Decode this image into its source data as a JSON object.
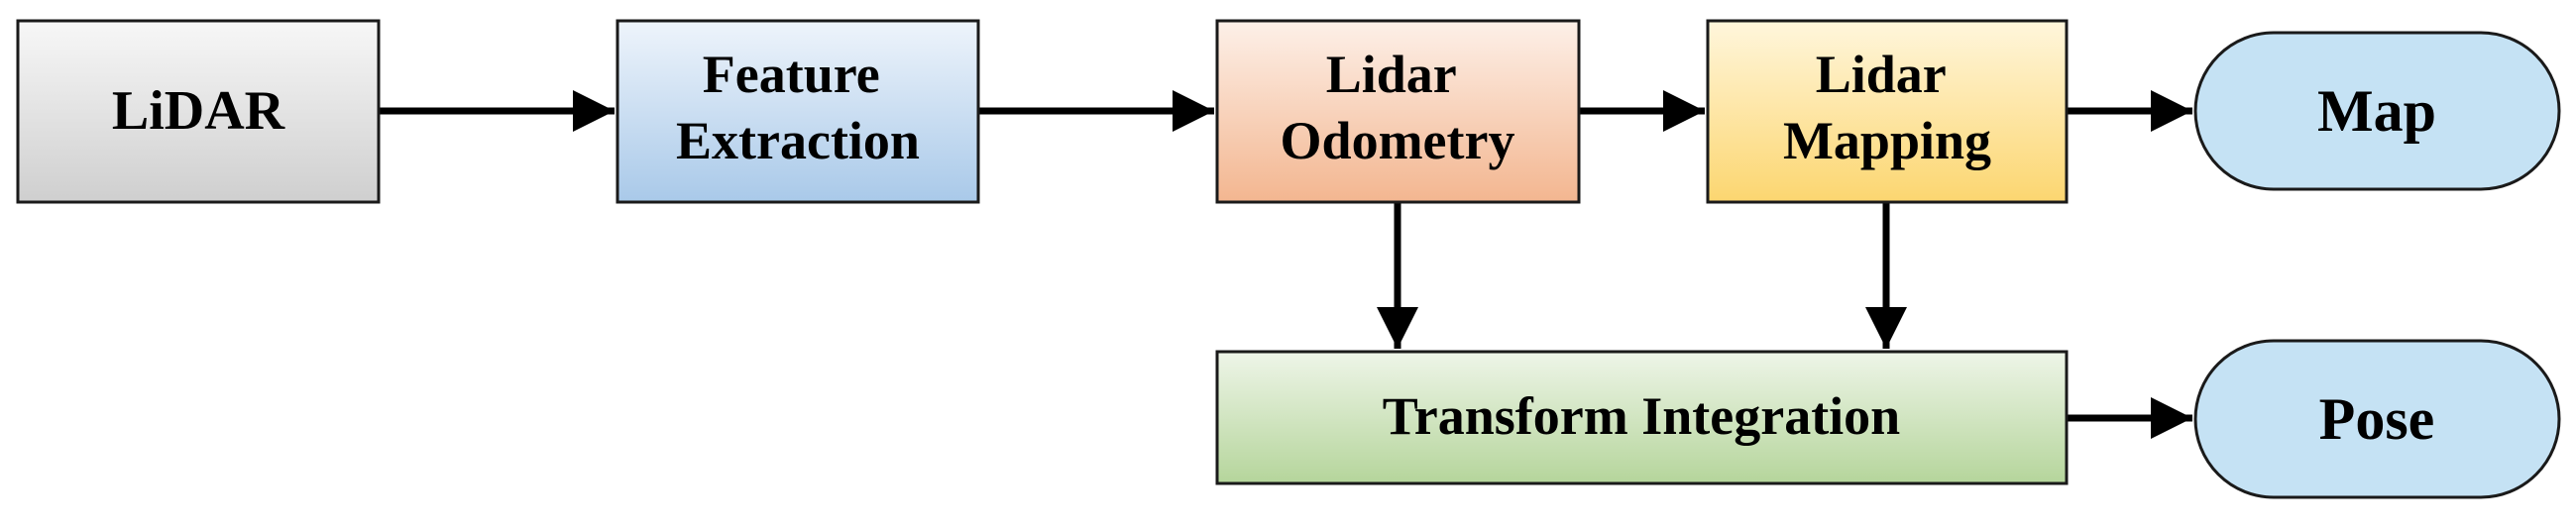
{
  "nodes": {
    "lidar": {
      "lines": [
        "LiDAR"
      ]
    },
    "feature_extraction": {
      "lines": [
        "Feature",
        "Extraction"
      ]
    },
    "lidar_odometry": {
      "lines": [
        "Lidar",
        "Odometry"
      ]
    },
    "lidar_mapping": {
      "lines": [
        "Lidar",
        "Mapping"
      ]
    },
    "map": {
      "lines": [
        "Map"
      ]
    },
    "transform_integration": {
      "lines": [
        "Transform Integration"
      ]
    },
    "pose": {
      "lines": [
        "Pose"
      ]
    }
  },
  "edges": [
    {
      "from": "lidar",
      "to": "feature_extraction"
    },
    {
      "from": "feature_extraction",
      "to": "lidar_odometry"
    },
    {
      "from": "lidar_odometry",
      "to": "lidar_mapping"
    },
    {
      "from": "lidar_mapping",
      "to": "map"
    },
    {
      "from": "lidar_odometry",
      "to": "transform_integration"
    },
    {
      "from": "lidar_mapping",
      "to": "transform_integration"
    },
    {
      "from": "transform_integration",
      "to": "pose"
    }
  ]
}
